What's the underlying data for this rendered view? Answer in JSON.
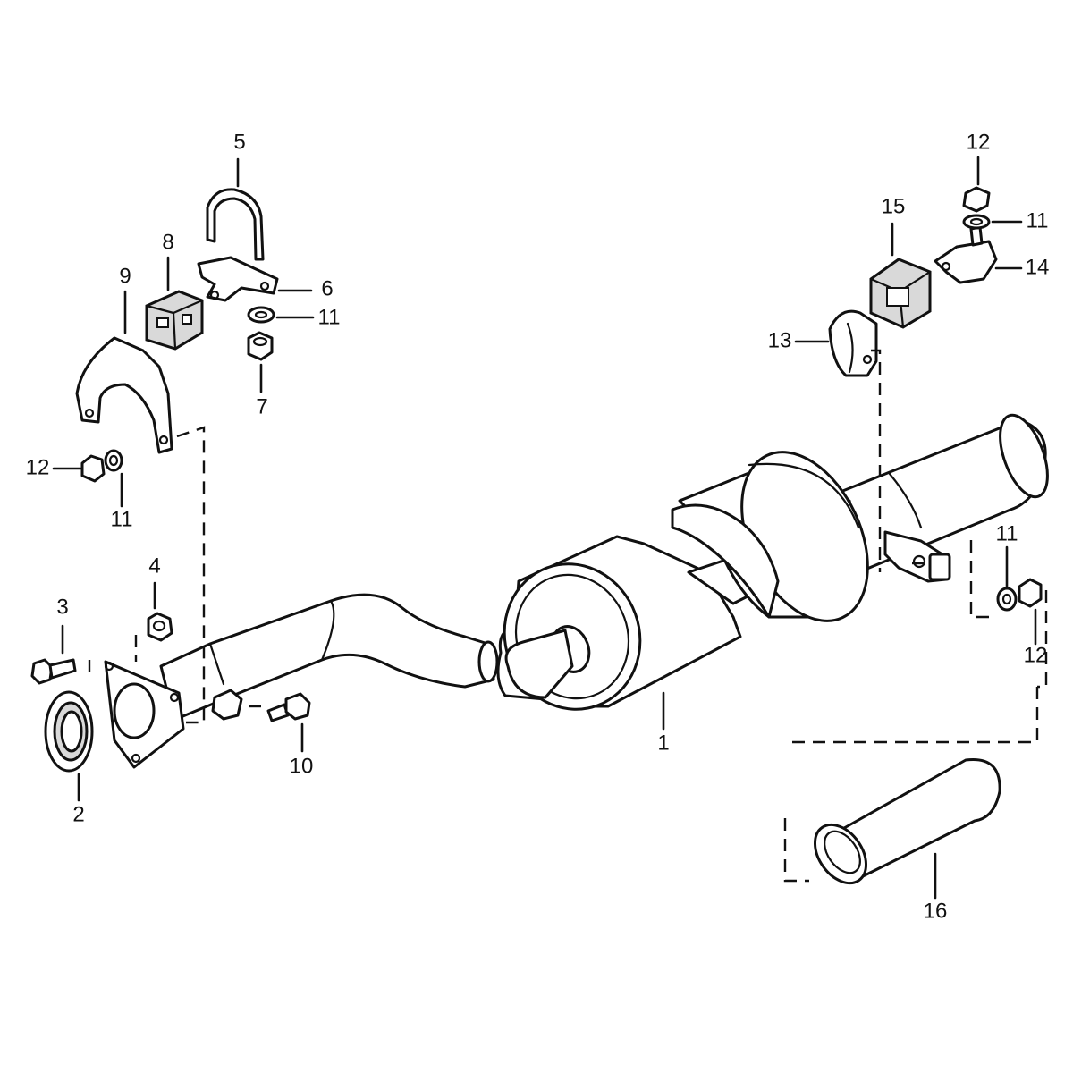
{
  "callouts": {
    "c1": "1",
    "c2": "2",
    "c3": "3",
    "c4": "4",
    "c5": "5",
    "c6": "6",
    "c7": "7",
    "c8": "8",
    "c9": "9",
    "c10": "10",
    "c11a": "11",
    "c11b": "11",
    "c11c": "11",
    "c11d": "11",
    "c12a": "12",
    "c12b": "12",
    "c12c": "12",
    "c13": "13",
    "c14": "14",
    "c15": "15",
    "c16": "16"
  }
}
